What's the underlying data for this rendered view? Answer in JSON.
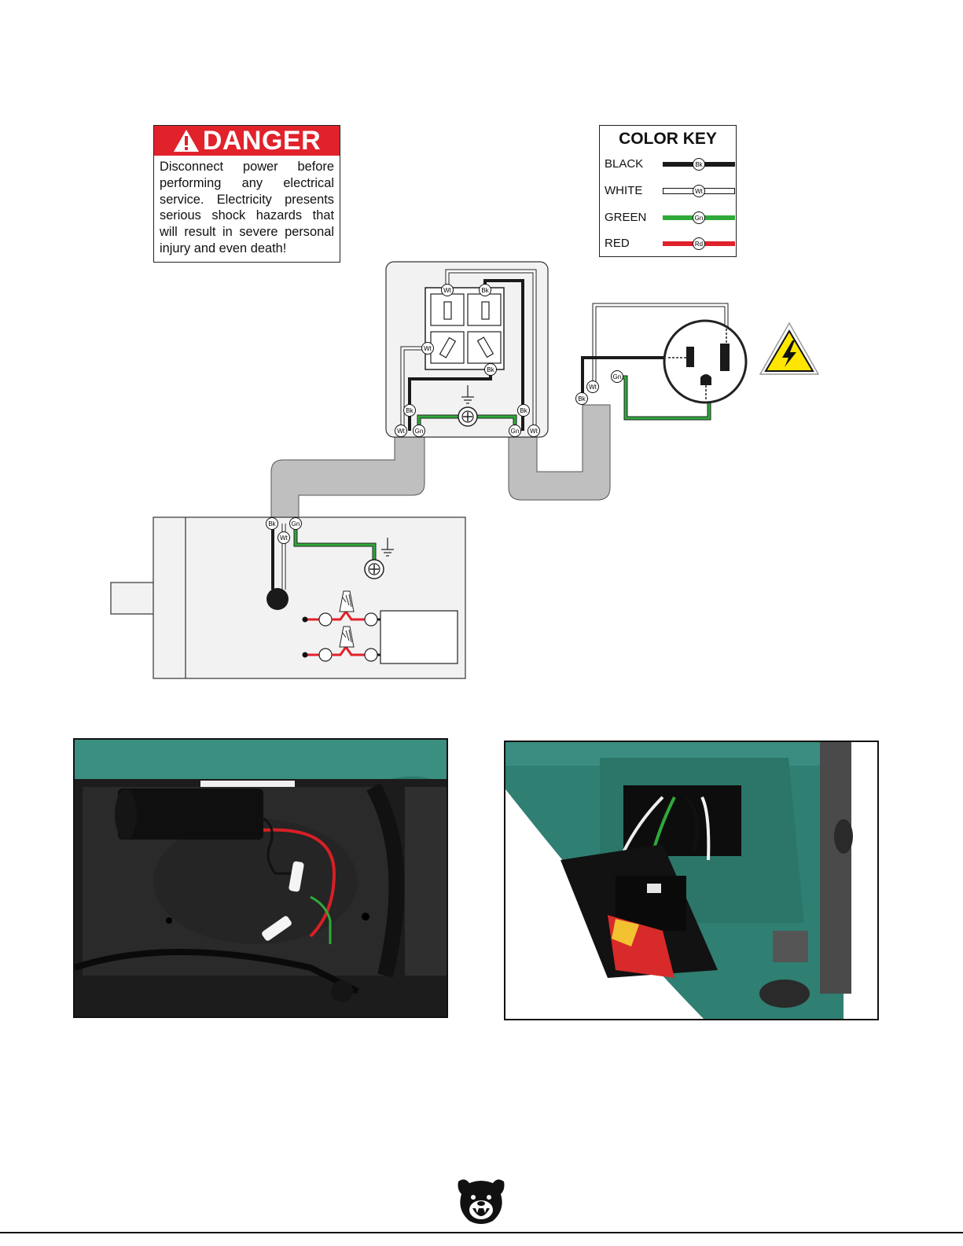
{
  "danger": {
    "heading": "DANGER",
    "message": "Disconnect power before performing any electrical service. Electricity presents serious shock hazards that will result in severe personal injury and even death!"
  },
  "color_key": {
    "title": "COLOR KEY",
    "entries": [
      {
        "label": "BLACK",
        "code": "Bk",
        "color": "#1a1a1a"
      },
      {
        "label": "WHITE",
        "code": "Wt",
        "color": "#ffffff"
      },
      {
        "label": "GREEN",
        "code": "Gn",
        "color": "#2eaa3a"
      },
      {
        "label": "RED",
        "code": "Rd",
        "color": "#e1222b"
      }
    ]
  },
  "wire_codes": {
    "black": "Bk",
    "white": "Wt",
    "green": "Gn"
  },
  "colors": {
    "danger_red": "#e1222b",
    "cable_gray": "#bfbfbf",
    "panel_gray": "#f2f2f2",
    "machine_teal": "#2f7f72",
    "warning_yellow": "#ffe600"
  }
}
